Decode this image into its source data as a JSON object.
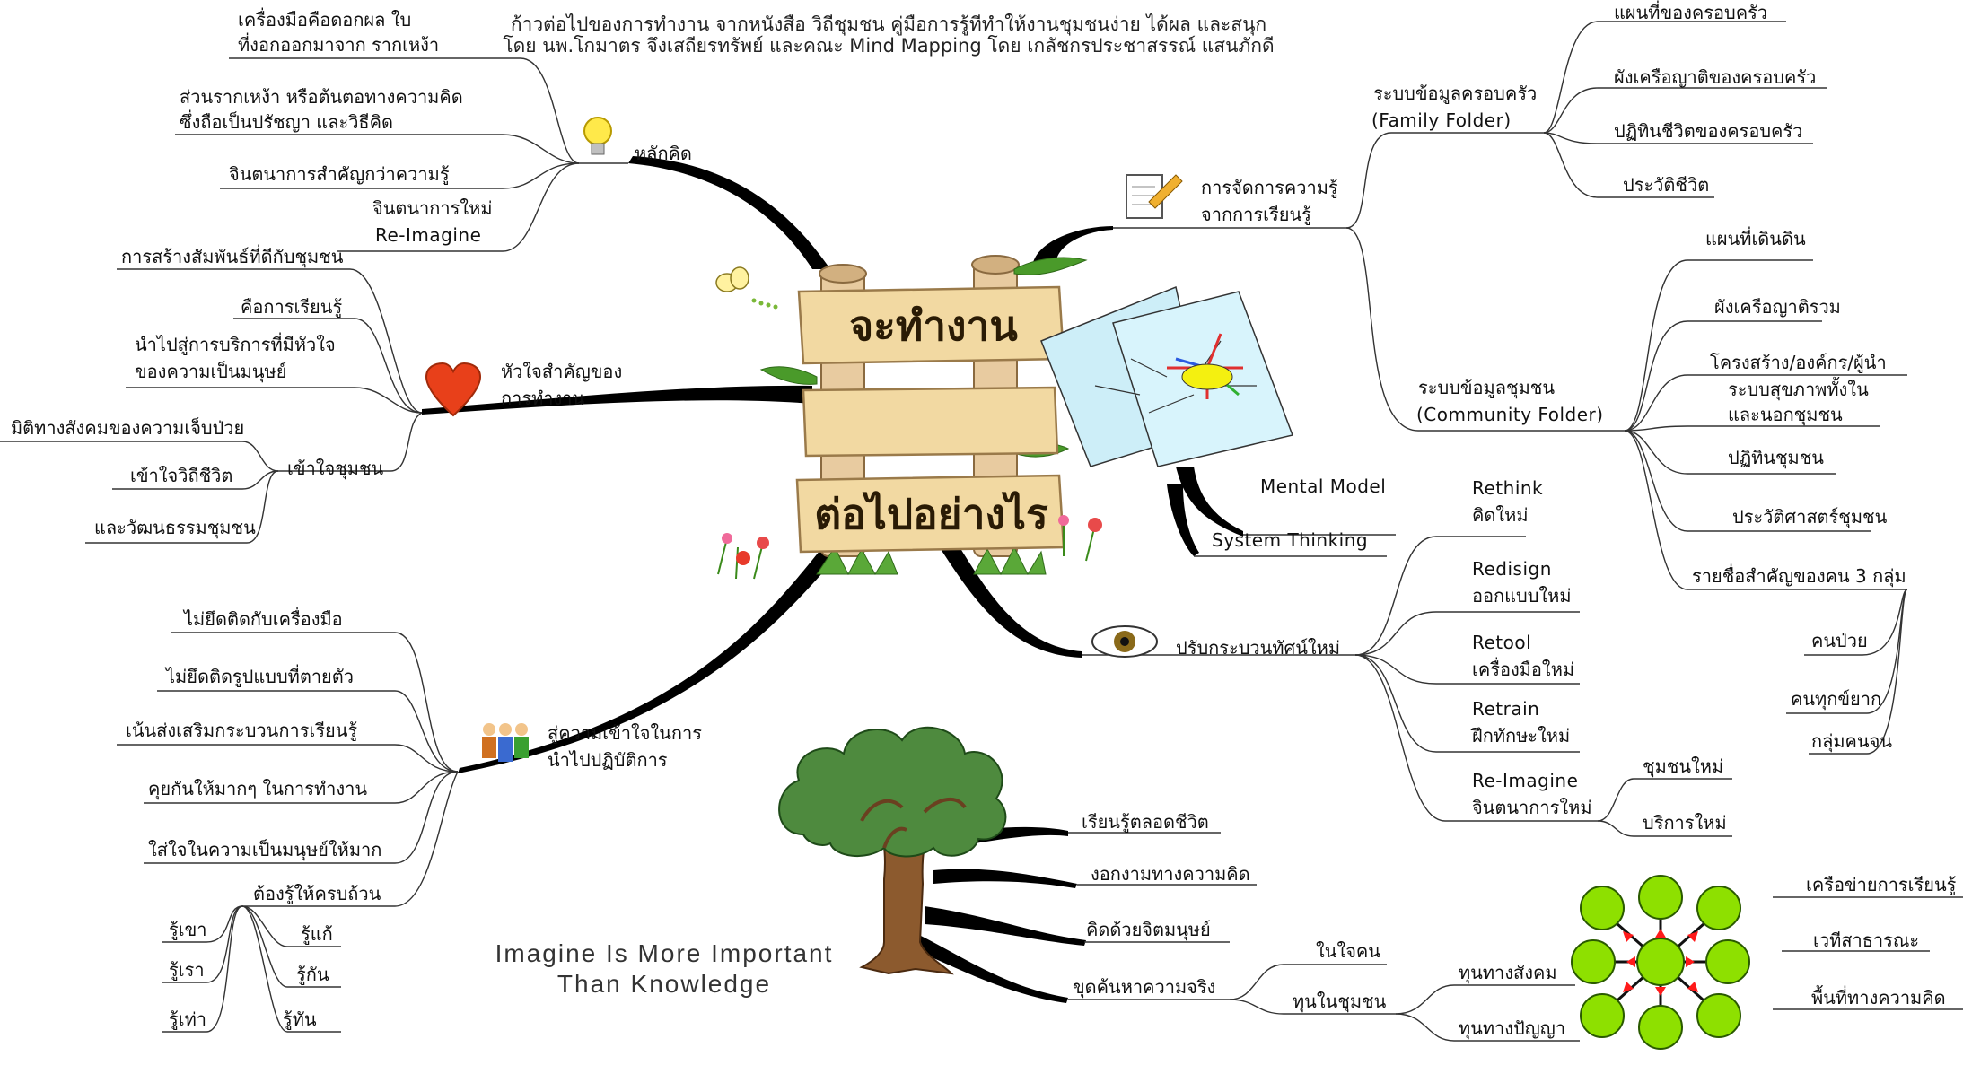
{
  "source_note": [
    "ก้าวต่อไปของการทำงาน จากหนังสือ วิถีชุมชน คู่มือการรู้ทีทำให้งานชุมชนง่าย ได้ผล และสนุก",
    "โดย นพ.โกมาตร จึงเสถียรทรัพย์ และคณะ Mind Mapping โดย เกลัชกรประชาสรรณ์ แสนภักดี"
  ],
  "center": {
    "line1": "จะทำงาน",
    "line2": "ต่อไปอย่างไร"
  },
  "branches": {
    "principles": {
      "label": "หลักคิด",
      "items": [
        [
          "เครื่องมือคือดอกผล ใบ",
          "ที่งอกออกมาจาก รากเหง้า"
        ],
        [
          "ส่วนรากเหง้า หรือต้นตอทางความคิด",
          "ซึ่งถือเป็นปรัชญา และวิธีคิด"
        ],
        [
          "จินตนาการสำคัญกว่าความรู้"
        ],
        [
          "จินตนาการใหม่",
          "Re-Imagine"
        ]
      ]
    },
    "heart": {
      "label": [
        "หัวใจสำคัญของ",
        "การทำงาน"
      ],
      "items": [
        [
          "การสร้างสัมพันธ์ที่ดีกับชุมชน"
        ],
        [
          "คือการเรียนรู้"
        ],
        [
          "นำไปสู่การบริการที่มีหัวใจ",
          "ของความเป็นมนุษย์"
        ]
      ],
      "sub": {
        "label": "เข้าใจชุมชน",
        "items": [
          "มิติทางสังคมของความเจ็บป่วย",
          "เข้าใจวิถีชีวิต",
          "และวัฒนธรรมชุมชน"
        ]
      }
    },
    "practice": {
      "label": [
        "สู่ความเข้าใจในการ",
        "นำไปปฏิบัติการ"
      ],
      "items": [
        "ไม่ยึดติดกับเครื่องมือ",
        "ไม่ยึดติดรูปแบบที่ตายตัว",
        "เน้นส่งเสริมกระบวนการเรียนรู้",
        "คุยกันให้มากๆ ในการทำงาน",
        "ใส่ใจในความเป็นมนุษย์ให้มาก"
      ],
      "sub": {
        "label": "ต้องรู้ให้ครบถ้วน",
        "items": [
          "รู้เขา",
          "รู้เรา",
          "รู้เท่า",
          "รู้แก้",
          "รู้กัน",
          "รู้ทัน"
        ]
      }
    },
    "knowledge": {
      "label": [
        "การจัดการความรู้",
        "จากการเรียนรู้"
      ],
      "family": {
        "label": [
          "ระบบข้อมูลครอบครัว",
          "(Family Folder)"
        ],
        "items": [
          "แผนที่ของครอบครัว",
          "ผังเครือญาติของครอบครัว",
          "ปฏิทินชีวิตของครอบครัว",
          "ประวัติชีวิต"
        ]
      },
      "community": {
        "label": [
          "ระบบข้อมูลชุมชน",
          "(Community Folder)"
        ],
        "items": [
          [
            "แผนที่เดินดิน"
          ],
          [
            "ผังเครือญาติรวม"
          ],
          [
            "โครงสร้าง/องค์กร/ผู้นำ"
          ],
          [
            "ระบบสุขภาพทั้งใน",
            "และนอกชุมชน"
          ],
          [
            "ปฏิทินชุมชน"
          ],
          [
            "ประวัติศาสตร์ชุมชน"
          ],
          [
            "รายชื่อสำคัญของคน 3 กลุ่ม"
          ]
        ],
        "groups": [
          "คนป่วย",
          "คนทุกข์ยาก",
          "กลุ่มคนจน"
        ]
      }
    },
    "mental": {
      "items": [
        "Mental Model",
        "System Thinking"
      ]
    },
    "paradigm": {
      "label": "ปรับกระบวนทัศน์ใหม่",
      "items": [
        [
          "Rethink",
          "คิดใหม่"
        ],
        [
          "Redisign",
          "ออกแบบใหม่"
        ],
        [
          "Retool",
          "เครื่องมือใหม่"
        ],
        [
          "Retrain",
          "ฝึกทักษะใหม่"
        ],
        [
          "Re-Imagine",
          "จินตนาการใหม่"
        ]
      ],
      "reimagine_items": [
        "ชุมชนใหม่",
        "บริการใหม่"
      ]
    },
    "tree": {
      "items": [
        "เรียนรู้ตลอดชีวิต",
        "งอกงามทางความคิด",
        "คิดด้วยจิตมนุษย์",
        "ขุดค้นหาความจริง"
      ],
      "truth_items": [
        "ในใจคน",
        "ทุนในชุมชน"
      ],
      "capital_items": [
        "ทุนทางสังคม",
        "ทุนทางปัญญา"
      ]
    },
    "network": {
      "items": [
        "เครือข่ายการเรียนรู้",
        "เวทีสาธารณะ",
        "พื้นที่ทางความคิด"
      ]
    }
  },
  "quote": [
    "Imagine Is More Important",
    "Than Knowledge"
  ],
  "colors": {
    "branch": "#000000",
    "line": "#333333",
    "banner": "#f2d9a2",
    "leaf": "#4a9a2a",
    "tree_canopy": "#4e8a3e",
    "trunk": "#8c5a2e",
    "node": "#8ee000",
    "arrow": "#ff1a1a"
  },
  "icons": [
    "lightbulb-icon",
    "heart-icon",
    "people-icon",
    "notepad-pencil-icon",
    "eye-icon",
    "butterfly-icon",
    "flower-icon",
    "map-icon",
    "tree-icon",
    "network-icon"
  ]
}
